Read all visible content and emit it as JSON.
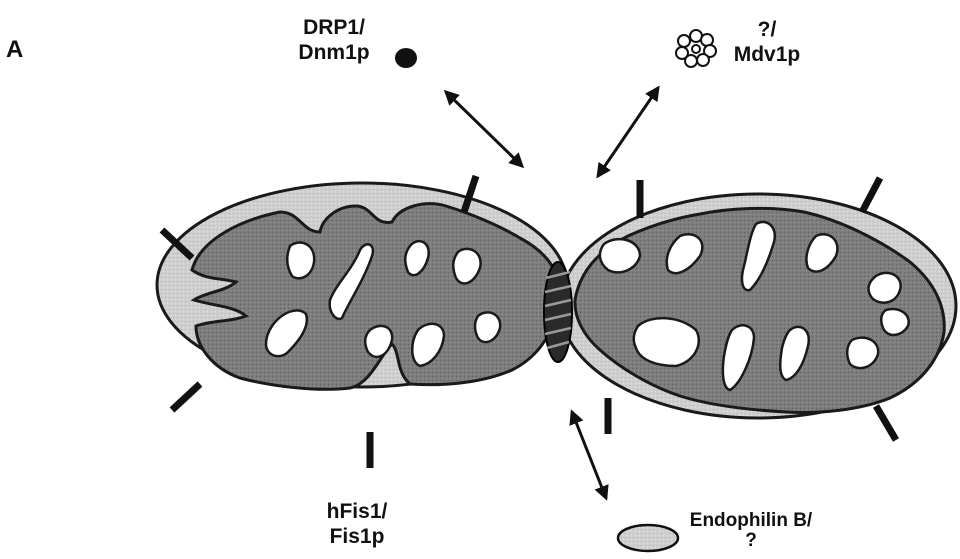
{
  "panel": {
    "label": "A"
  },
  "labels": {
    "drp1": {
      "line1": "DRP1/",
      "line2": "Dnm1p"
    },
    "mdv1": {
      "line1": "?/",
      "line2": "Mdv1p"
    },
    "fis1": {
      "line1": "hFis1/",
      "line2": "Fis1p"
    },
    "endophilin": {
      "line1": "Endophilin B/",
      "line2": "?"
    }
  },
  "colors": {
    "matrix": "#7a7a7a",
    "outer_membrane": "#c8c8c8",
    "ink": "#111111",
    "background": "#ffffff"
  },
  "icons": {
    "drp1": "filled-dot-icon",
    "mdv1": "flower-oligomer-icon",
    "endophilin": "ellipse-icon"
  }
}
